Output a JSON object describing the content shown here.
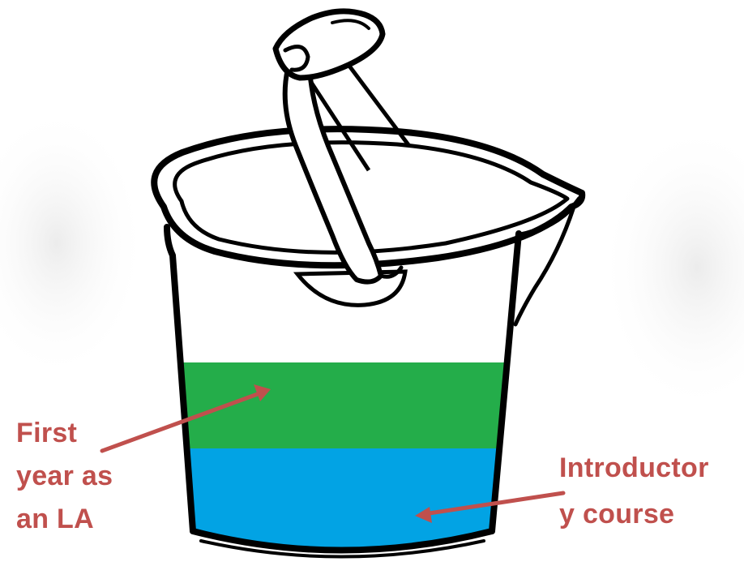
{
  "layers": [
    {
      "name": "first_year",
      "label_lines": [
        "First",
        "year as",
        "an LA"
      ],
      "color": "#24ad4a"
    },
    {
      "name": "intro_course",
      "label_lines": [
        "Introductor",
        "y course"
      ],
      "color": "#02a3e4"
    }
  ],
  "colors": {
    "label_text": "#c0504d",
    "arrow": "#c0504d",
    "outline": "#000000",
    "background": "#ffffff"
  },
  "icon": "bucket-icon"
}
